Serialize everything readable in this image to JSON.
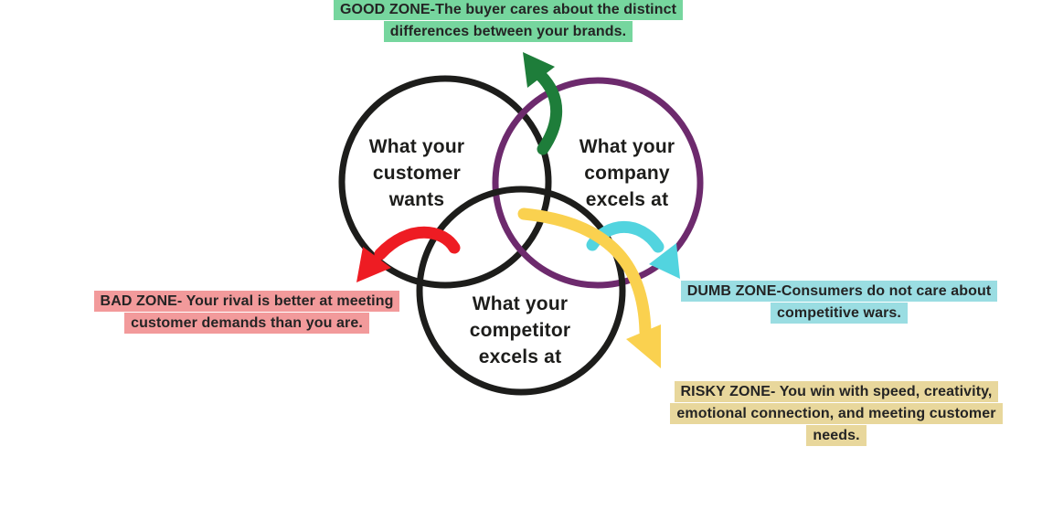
{
  "background_color": "#ffffff",
  "text_color": "#242424",
  "venn": {
    "circles": [
      {
        "id": "customer",
        "lines": [
          "What your",
          "customer",
          "wants"
        ],
        "ring_color": "#1d1d1b"
      },
      {
        "id": "company",
        "lines": [
          "What your",
          "company",
          "excels at"
        ],
        "ring_color": "#6d2a6d"
      },
      {
        "id": "competitor",
        "lines": [
          "What your",
          "competitor",
          "excels at"
        ],
        "ring_color": "#1d1d1b"
      }
    ]
  },
  "zones": {
    "good": {
      "lines": [
        "GOOD ZONE-The buyer cares about the distinct",
        "differences between your brands."
      ],
      "highlight_color": "#76d69e",
      "arrow_color": "#1e7d3a"
    },
    "bad": {
      "lines": [
        "BAD ZONE- Your rival is better at meeting",
        "customer demands than you are."
      ],
      "highlight_color": "#f29a9b",
      "arrow_color": "#ee1c23"
    },
    "dumb": {
      "lines": [
        "DUMB ZONE-Consumers do not care about",
        "competitive wars."
      ],
      "highlight_color": "#9adde2",
      "arrow_color": "#52d4df"
    },
    "risky": {
      "lines": [
        "RISKY ZONE- You win with speed, creativity,",
        "emotional connection, and meeting customer",
        "needs."
      ],
      "highlight_color": "#e8d79c",
      "arrow_color": "#fad14f"
    }
  }
}
